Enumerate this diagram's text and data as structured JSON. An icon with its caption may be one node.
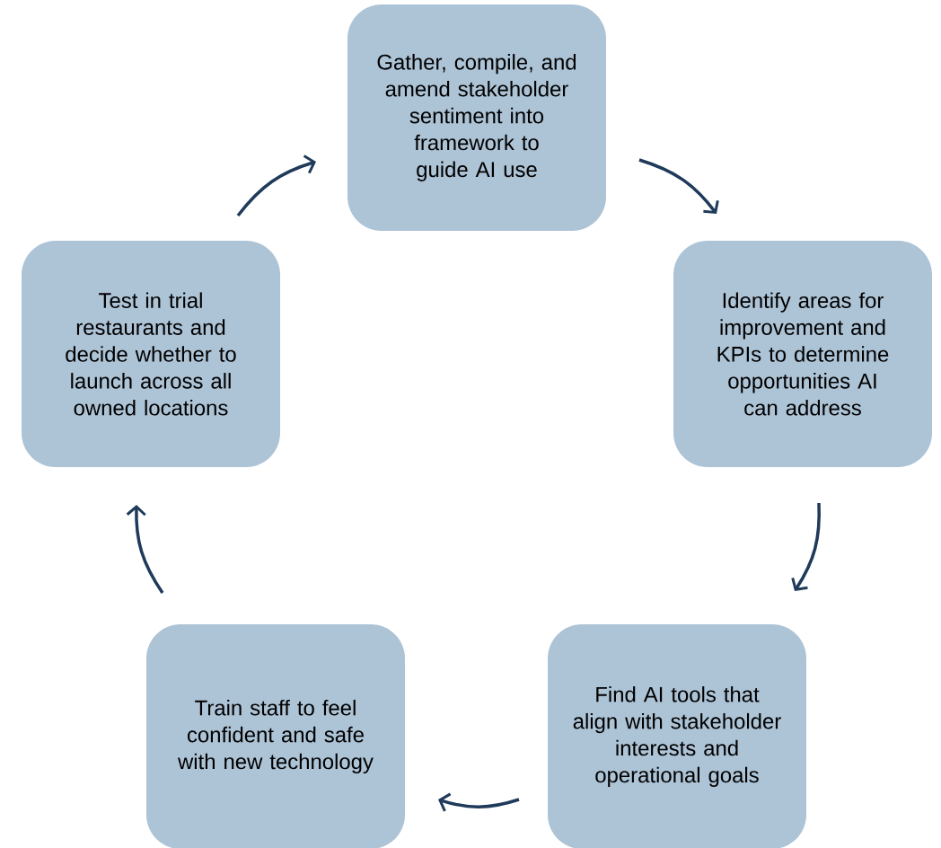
{
  "diagram": {
    "nodes": [
      {
        "text": [
          "Gather, compile, and amend stakeholder sentiment into framework to guide AI use"
        ]
      },
      {
        "text": [
          "Identify areas for improvement and KPIs to determine opportunities AI can address"
        ]
      },
      {
        "text": [
          "Find AI tools that align with stakeholder interests and operational goals"
        ]
      },
      {
        "text": [
          "Train staff to feel confident and safe with new technology"
        ]
      },
      {
        "text": [
          "Test in trial restaurants and decide whether to launch across all owned locations"
        ]
      }
    ],
    "edges": [
      {
        "from": 0,
        "to": 1,
        "arrow": "to"
      },
      {
        "from": 1,
        "to": 2,
        "arrow": "to"
      },
      {
        "from": 2,
        "to": 3,
        "arrow": "to"
      },
      {
        "from": 3,
        "to": 4,
        "arrow": "to"
      },
      {
        "from": 4,
        "to": 0,
        "arrow": "to"
      }
    ]
  }
}
